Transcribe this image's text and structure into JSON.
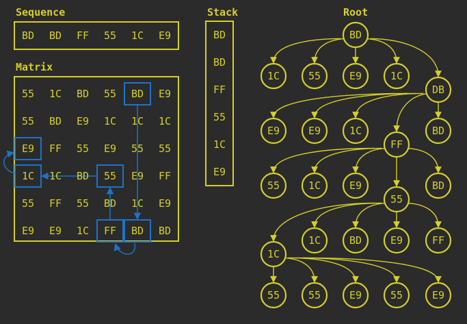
{
  "colors": {
    "background": "#2b2b2b",
    "accent": "#d6cf2a",
    "highlight": "#1e73c8"
  },
  "labels": {
    "sequence": "Sequence",
    "matrix": "Matrix",
    "stack": "Stack",
    "root": "Root"
  },
  "sequence": [
    "BD",
    "BD",
    "FF",
    "55",
    "1C",
    "E9"
  ],
  "stack": [
    "BD",
    "BD",
    "FF",
    "55",
    "1C",
    "E9"
  ],
  "matrix": [
    [
      "55",
      "1C",
      "BD",
      "55",
      "BD",
      "E9"
    ],
    [
      "55",
      "BD",
      "E9",
      "1C",
      "1C",
      "1C"
    ],
    [
      "E9",
      "FF",
      "55",
      "E9",
      "55",
      "55"
    ],
    [
      "1C",
      "1C",
      "BD",
      "55",
      "E9",
      "FF"
    ],
    [
      "55",
      "FF",
      "55",
      "BD",
      "1C",
      "E9"
    ],
    [
      "E9",
      "E9",
      "1C",
      "FF",
      "BD",
      "BD"
    ]
  ],
  "highlighted_cells": [
    {
      "row": 0,
      "col": 4
    },
    {
      "row": 5,
      "col": 4
    },
    {
      "row": 5,
      "col": 3
    },
    {
      "row": 3,
      "col": 3
    },
    {
      "row": 3,
      "col": 0
    },
    {
      "row": 2,
      "col": 0
    }
  ],
  "tree": {
    "nodes": [
      {
        "id": "root",
        "label": "BD"
      },
      {
        "id": "n1",
        "label": "1C"
      },
      {
        "id": "n2",
        "label": "55"
      },
      {
        "id": "n3",
        "label": "E9"
      },
      {
        "id": "n4",
        "label": "1C"
      },
      {
        "id": "n5",
        "label": "DB"
      },
      {
        "id": "n6",
        "label": "E9"
      },
      {
        "id": "n7",
        "label": "E9"
      },
      {
        "id": "n8",
        "label": "1C"
      },
      {
        "id": "n9",
        "label": "FF"
      },
      {
        "id": "n10",
        "label": "BD"
      },
      {
        "id": "n11",
        "label": "55"
      },
      {
        "id": "n12",
        "label": "1C"
      },
      {
        "id": "n13",
        "label": "E9"
      },
      {
        "id": "n14",
        "label": "55"
      },
      {
        "id": "n15",
        "label": "BD"
      },
      {
        "id": "n16",
        "label": "1C"
      },
      {
        "id": "n17",
        "label": "BD"
      },
      {
        "id": "n18",
        "label": "E9"
      },
      {
        "id": "n19",
        "label": "FF"
      },
      {
        "id": "n20",
        "label": "1C"
      },
      {
        "id": "n21",
        "label": "55"
      },
      {
        "id": "n22",
        "label": "55"
      },
      {
        "id": "n23",
        "label": "E9"
      },
      {
        "id": "n24",
        "label": "55"
      },
      {
        "id": "n25",
        "label": "E9"
      }
    ],
    "edges": [
      [
        "root",
        "n1"
      ],
      [
        "root",
        "n2"
      ],
      [
        "root",
        "n3"
      ],
      [
        "root",
        "n4"
      ],
      [
        "root",
        "n5"
      ],
      [
        "n5",
        "n6"
      ],
      [
        "n5",
        "n7"
      ],
      [
        "n5",
        "n8"
      ],
      [
        "n5",
        "n9"
      ],
      [
        "n5",
        "n10"
      ],
      [
        "n9",
        "n11"
      ],
      [
        "n9",
        "n12"
      ],
      [
        "n9",
        "n13"
      ],
      [
        "n9",
        "n14"
      ],
      [
        "n9",
        "n15"
      ],
      [
        "n14",
        "n20"
      ],
      [
        "n14",
        "n16"
      ],
      [
        "n14",
        "n17"
      ],
      [
        "n14",
        "n18"
      ],
      [
        "n14",
        "n19"
      ],
      [
        "n20",
        "n21"
      ],
      [
        "n20",
        "n22"
      ],
      [
        "n20",
        "n23"
      ],
      [
        "n20",
        "n24"
      ],
      [
        "n20",
        "n25"
      ]
    ]
  }
}
